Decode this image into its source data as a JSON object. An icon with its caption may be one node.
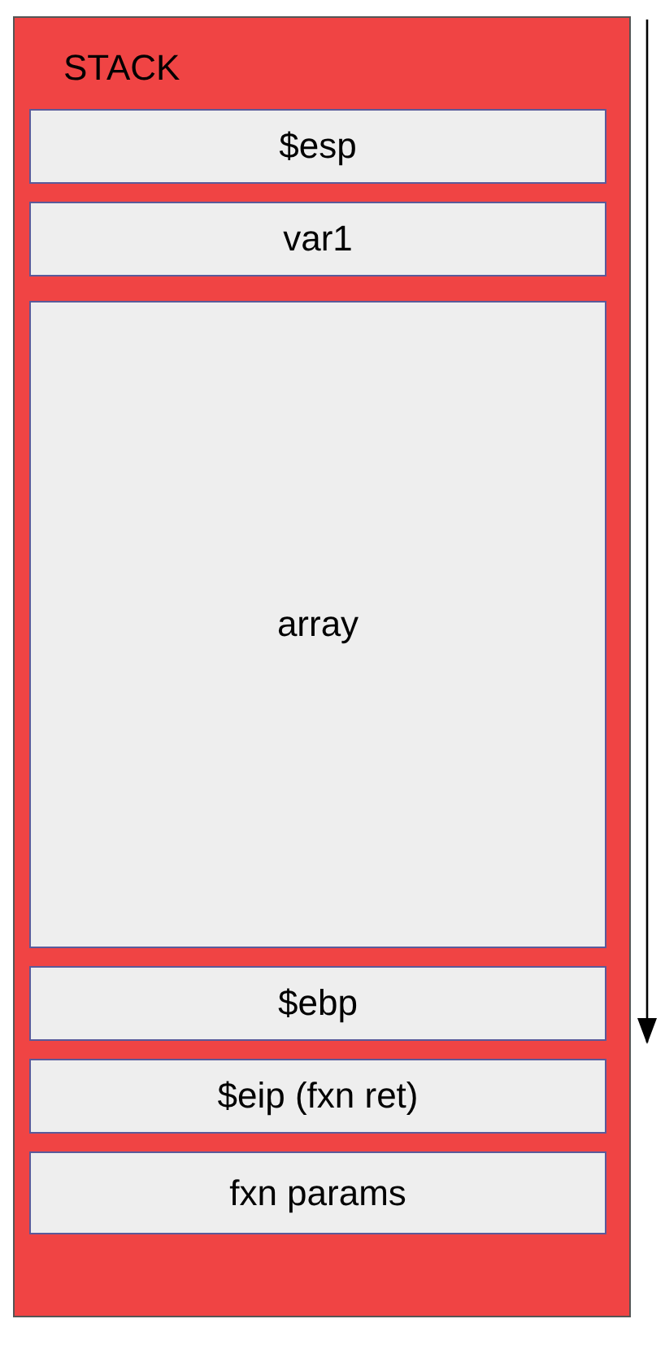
{
  "diagram": {
    "nodes": [
      {
        "text": [
          "STACK"
        ]
      },
      {
        "text": [
          "$esp"
        ],
        "in": 0
      },
      {
        "text": [
          "var1"
        ],
        "in": 0
      },
      {
        "text": [
          "array"
        ],
        "in": 0
      },
      {
        "text": [
          "$ebp"
        ],
        "in": 0
      },
      {
        "text": [
          "$eip (fxn ret)"
        ],
        "in": 0
      },
      {
        "text": [
          "fxn params"
        ],
        "in": 0
      }
    ]
  }
}
